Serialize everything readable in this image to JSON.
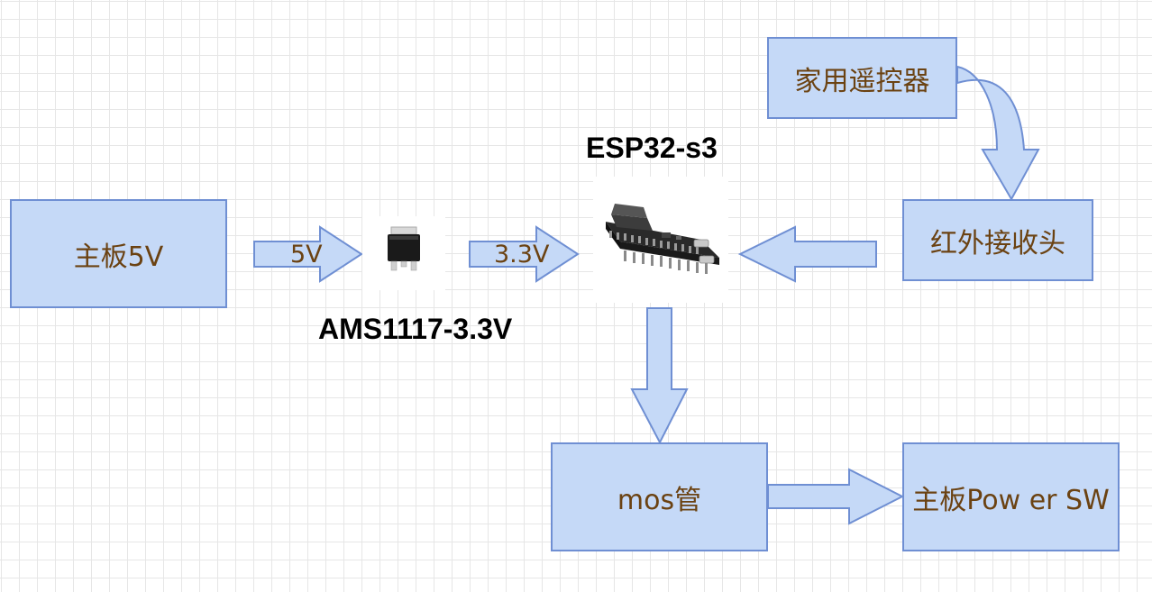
{
  "nodes": {
    "mainboard_5v": "主板5V",
    "remote": "家用遥控器",
    "ir_receiver": "红外接收头",
    "mos": "mos管",
    "power_sw": "主板Pow er SW"
  },
  "arrow_labels": {
    "five_v": "5V",
    "three_three_v": "3.3V"
  },
  "captions": {
    "esp32": "ESP32-s3",
    "ams1117": "AMS1117-3.3V"
  },
  "colors": {
    "box_fill": "#c5d9f7",
    "box_stroke": "#6f8fd3",
    "text": "#6b4212",
    "grid": "#e6e6e6"
  },
  "icons": {
    "regulator": "to-252-regulator-chip",
    "board": "esp32-s3-devkit-board"
  }
}
